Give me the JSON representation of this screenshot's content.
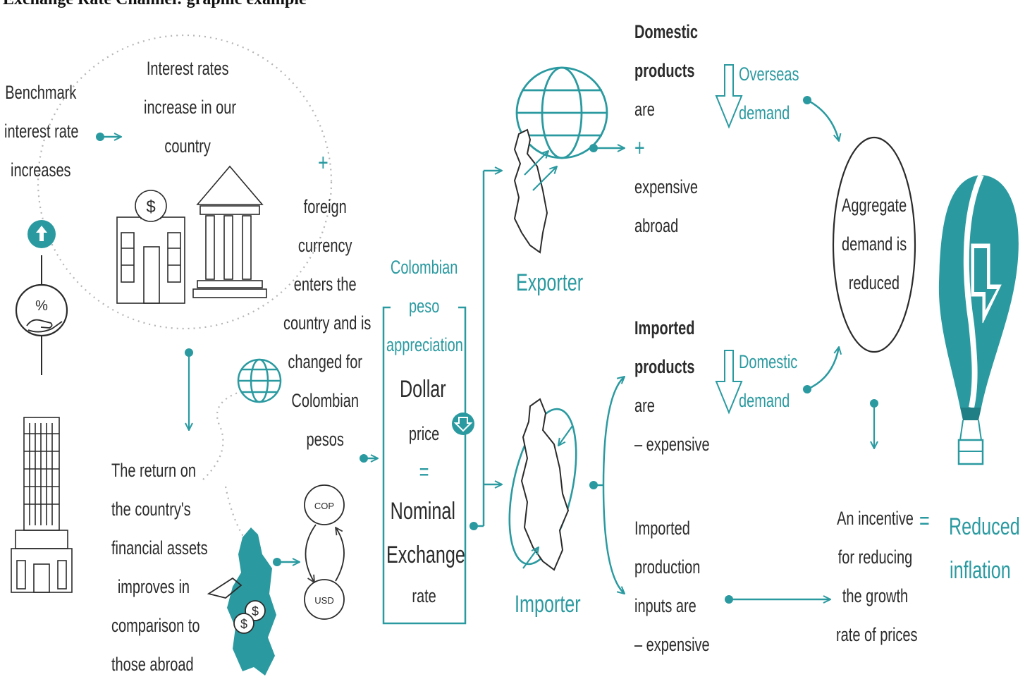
{
  "title": "Exchange Rate Channel: graphic example",
  "colors": {
    "teal": "#2a9aa0",
    "dark": "#2b2b2b",
    "line": "#3a3a3a"
  },
  "benchmark": {
    "lines": [
      "Benchmark",
      "interest rate",
      "increases"
    ],
    "icon": "percent-hand-icon"
  },
  "interest": {
    "lines": [
      "Interest rates",
      "increase in our",
      "country"
    ]
  },
  "returns": {
    "lines": [
      "The return on",
      "the country's",
      "financial assets",
      "improves in",
      "comparison to",
      "those abroad"
    ]
  },
  "foreign": {
    "plus": "+",
    "lines": [
      "foreign",
      "currency",
      "enters the",
      "country and is",
      "changed for",
      "Colombian",
      "pesos"
    ]
  },
  "exchange_coins": {
    "top": "COP",
    "bottom": "USD"
  },
  "box": {
    "heading": [
      "Colombian",
      "peso",
      "appreciation"
    ],
    "lines": [
      "Dollar",
      "price",
      "=",
      "Nominal",
      "Exchange",
      "rate"
    ]
  },
  "exporter": {
    "label": "Exporter"
  },
  "importer": {
    "label": "Importer"
  },
  "domestic": {
    "lines": [
      "Domestic",
      "products",
      "are",
      "+",
      "expensive",
      "abroad"
    ]
  },
  "imported": {
    "lines": [
      "Imported",
      "products",
      "are",
      "– expensive"
    ]
  },
  "inputs": {
    "lines": [
      "Imported",
      "production",
      "inputs are",
      "– expensive"
    ]
  },
  "overseas": {
    "lines": [
      "Overseas",
      "demand"
    ]
  },
  "domestic_demand": {
    "lines": [
      "Domestic",
      "demand"
    ]
  },
  "aggregate": {
    "lines": [
      "Aggregate",
      "demand is",
      "reduced"
    ]
  },
  "incentive": {
    "lines": [
      "An incentive",
      "for reducing",
      "the growth",
      "rate of prices"
    ]
  },
  "equals": "=",
  "reduced": {
    "lines": [
      "Reduced",
      "inflation"
    ]
  }
}
